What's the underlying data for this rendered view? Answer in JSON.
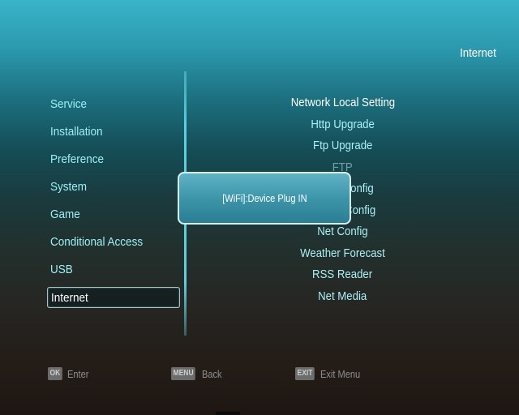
{
  "header": {
    "title": "Internet"
  },
  "left_menu": {
    "items": [
      {
        "label": "Service"
      },
      {
        "label": "Installation"
      },
      {
        "label": "Preference"
      },
      {
        "label": "System"
      },
      {
        "label": "Game"
      },
      {
        "label": "Conditional Access"
      },
      {
        "label": "USB"
      },
      {
        "label": "Internet",
        "selected": true
      }
    ]
  },
  "right_menu": {
    "items": [
      {
        "label": "Network Local Setting"
      },
      {
        "label": "Http Upgrade"
      },
      {
        "label": "Ftp Upgrade"
      },
      {
        "label": "FTP"
      },
      {
        "label": "Client Config"
      },
      {
        "label": "Server Config"
      },
      {
        "label": "Net Config"
      },
      {
        "label": "Weather Forecast"
      },
      {
        "label": "RSS Reader"
      },
      {
        "label": "Net Media"
      }
    ]
  },
  "popup": {
    "message": "[WiFi]:Device Plug IN"
  },
  "footer": {
    "ok_key": "OK",
    "ok_label": "Enter",
    "menu_key": "MENU",
    "menu_label": "Back",
    "exit_key": "EXIT",
    "exit_label": "Exit Menu"
  },
  "colors": {
    "menu_text": "#9cf0f5",
    "selected_text": "#ffffff",
    "popup_bg": "#3d95aa",
    "divider": "#59d0e0"
  }
}
